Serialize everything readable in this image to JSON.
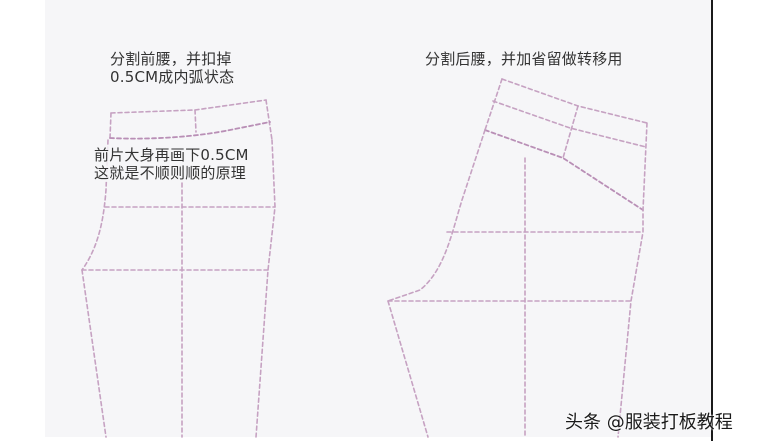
{
  "diagram": {
    "type": "garment pattern draft (trousers front & back)",
    "line_color": "#c9a3c3",
    "line_color_dark": "#a88aa8",
    "background": "#f6f6f8"
  },
  "annotations": {
    "front_waist_note": {
      "line1": "分割前腰，并扣掉",
      "line2": "0.5CM成内弧状态"
    },
    "front_body_note": {
      "line1": "前片大身再画下0.5CM",
      "line2": "这就是不顺则顺的原理"
    },
    "back_waist_note": {
      "line1": "分割后腰，并加省留做转移用"
    }
  },
  "pieces": [
    {
      "name": "front-trouser-piece",
      "side": "left"
    },
    {
      "name": "back-trouser-piece",
      "side": "right"
    }
  ],
  "watermark": {
    "text": "头条 @服装打板教程"
  }
}
